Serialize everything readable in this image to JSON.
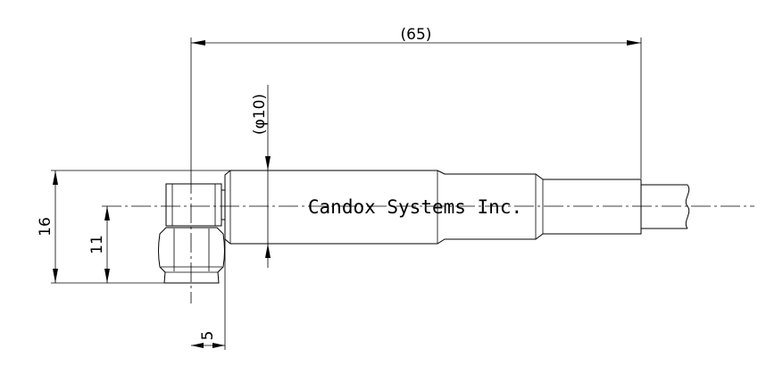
{
  "drawing": {
    "label": "Candox Systems Inc.",
    "dimensions": {
      "overall_length": "(65)",
      "body_diameter": "(φ10)",
      "height": "16",
      "center_height": "11",
      "connector_width": "5"
    }
  }
}
